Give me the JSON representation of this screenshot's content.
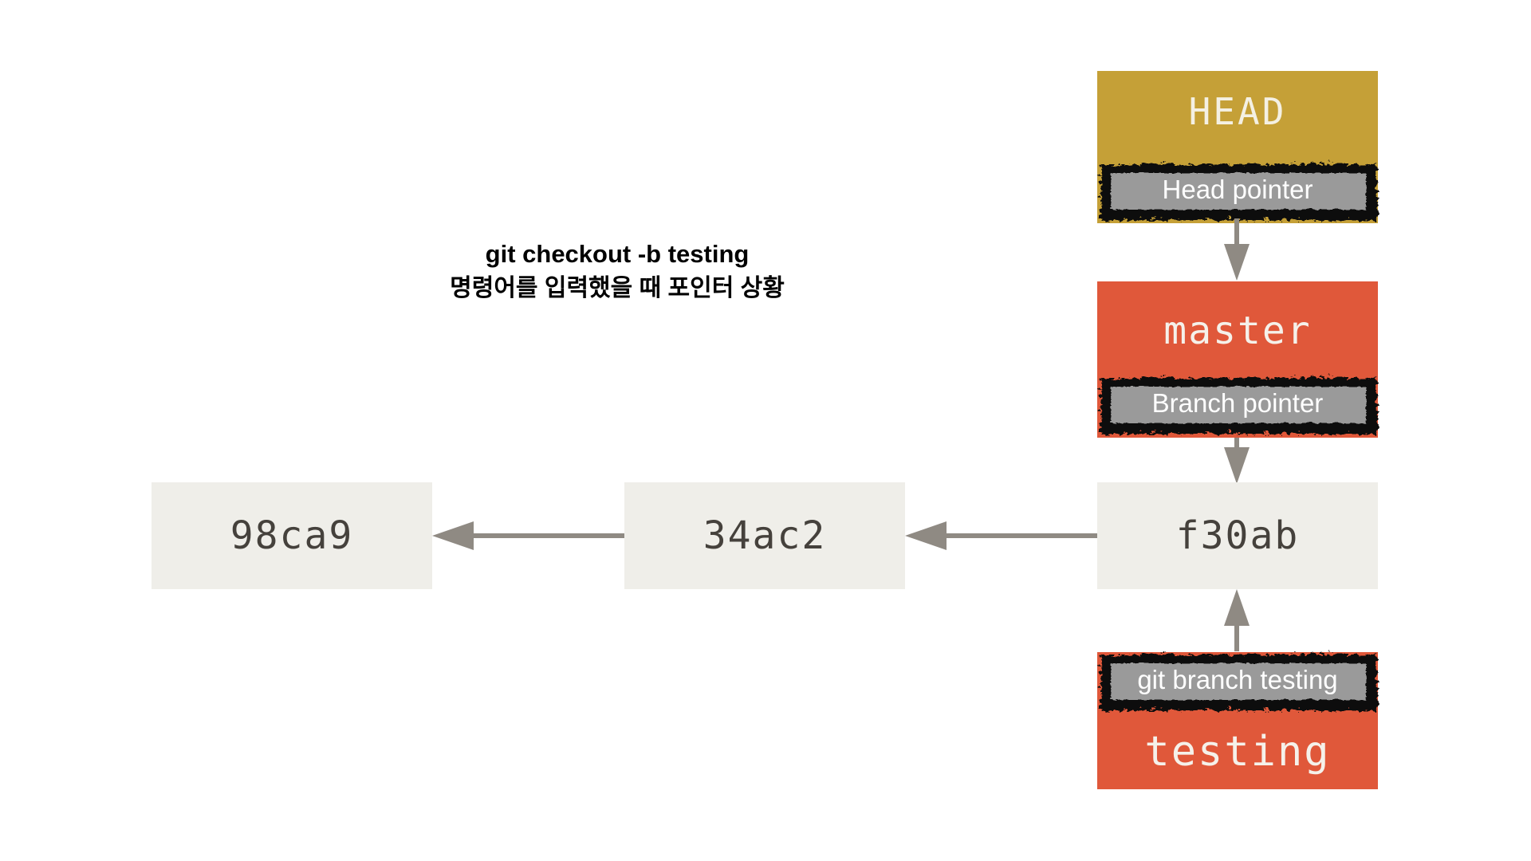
{
  "caption": {
    "line1": "git checkout -b testing",
    "line2": "명령어를 입력했을 때 포인터 상황"
  },
  "nodes": {
    "head": {
      "label": "HEAD",
      "annotation": "Head pointer"
    },
    "master": {
      "label": "master",
      "annotation": "Branch pointer"
    },
    "testing": {
      "label": "testing",
      "annotation": "git branch testing"
    }
  },
  "commits": [
    {
      "hash": "98ca9"
    },
    {
      "hash": "34ac2"
    },
    {
      "hash": "f30ab"
    }
  ],
  "edges": [
    "head -> master",
    "master -> f30ab",
    "testing -> f30ab",
    "34ac2 -> 98ca9",
    "f30ab -> 34ac2"
  ],
  "colors": {
    "head_bg": "#C5A037",
    "branch_bg": "#E0583A",
    "commit_bg": "#EFEEE9",
    "commit_text": "#45413C",
    "annotation_bg": "#9A9A9A",
    "annotation_text": "#FFFFFF",
    "scribble": "#0A0A0A",
    "arrow": "#8F8A83"
  }
}
